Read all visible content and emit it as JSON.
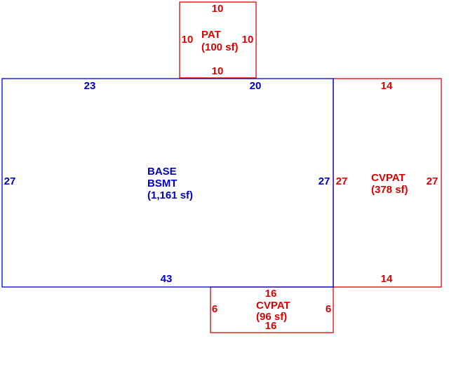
{
  "colors": {
    "base": "#0000cc",
    "addition": "#dd0000",
    "background": "#ffffff"
  },
  "areas": {
    "pat": {
      "label": "PAT",
      "area": "(100 sf)",
      "dims": {
        "top": "10",
        "bottom": "10",
        "left": "10",
        "right": "10"
      }
    },
    "base": {
      "label_line1": "BASE",
      "label_line2": "BSMT",
      "area": "(1,161 sf)",
      "dims": {
        "top_left": "23",
        "top_right": "20",
        "bottom": "43",
        "left": "27",
        "right": "27"
      }
    },
    "cvpat_right": {
      "label": "CVPAT",
      "area": "(378 sf)",
      "dims": {
        "top": "14",
        "bottom": "14",
        "left": "27",
        "right": "27"
      }
    },
    "cvpat_bottom": {
      "label": "CVPAT",
      "area": "(96 sf)",
      "dims": {
        "top": "16",
        "bottom": "16",
        "left": "6",
        "right": "6"
      }
    }
  }
}
